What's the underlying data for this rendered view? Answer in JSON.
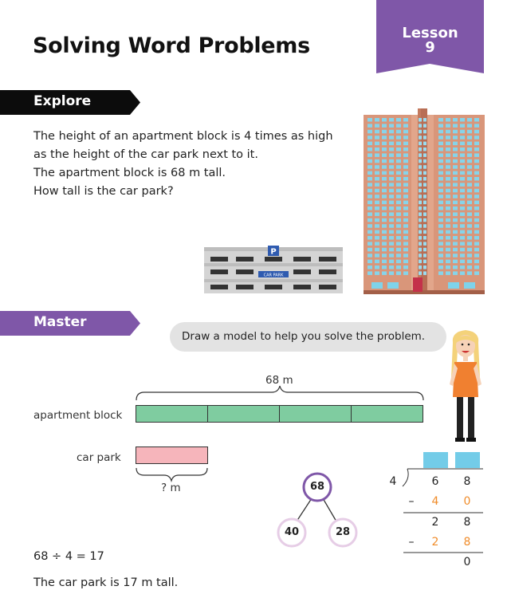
{
  "header": {
    "title": "Solving Word Problems",
    "lesson_label": "Lesson",
    "lesson_number": "9"
  },
  "explore": {
    "heading": "Explore",
    "lines": [
      "The height of an apartment block is 4 times as high",
      "as the height of the car park next to it.",
      "The apartment block is 68 m tall.",
      "How tall is the car park?"
    ],
    "car_park_sign": "P",
    "car_park_banner": "CAR PARK"
  },
  "master": {
    "heading": "Master",
    "speech": "Draw a model to help you solve the problem.",
    "model": {
      "total_label": "68 m",
      "apartment_label": "apartment block",
      "carpark_label": "car park",
      "unknown_label": "? m",
      "segments": 4
    },
    "number_bond": {
      "whole": "68",
      "part_a": "40",
      "part_b": "28"
    },
    "long_division": {
      "divisor": "4",
      "dividend": [
        "6",
        "8"
      ],
      "step1": [
        "4",
        "0"
      ],
      "step1_sign": "–",
      "remainder1": [
        "2",
        "8"
      ],
      "step2": [
        "2",
        "8"
      ],
      "step2_sign": "–",
      "final": "0"
    },
    "equation": "68 ÷ 4 = 17",
    "answer": "The car park is 17 m tall."
  },
  "colors": {
    "accent_purple": "#7f57a8",
    "band_black": "#0c0c0c",
    "bar_green": "#7fcca0",
    "bar_pink": "#f6b5bb",
    "orange_digits": "#f08c2a",
    "blue_boxes": "#73cce8"
  }
}
